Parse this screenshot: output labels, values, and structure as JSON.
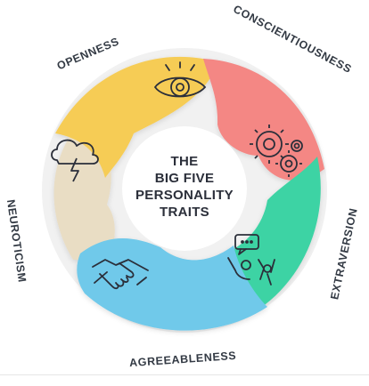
{
  "diagram": {
    "center_lines": [
      "THE",
      "BIG FIVE",
      "PERSONALITY",
      "TRAITS"
    ],
    "traits": [
      {
        "label": "OPENNESS",
        "color": "#F6CC55",
        "icon": "eye-icon"
      },
      {
        "label": "CONSCIENTIOUSNESS",
        "color": "#F48784",
        "icon": "gears-icon"
      },
      {
        "label": "EXTRAVERSION",
        "color": "#3DD3A4",
        "icon": "people-chat-icon"
      },
      {
        "label": "AGREEABLENESS",
        "color": "#70C9EA",
        "icon": "handshake-icon"
      },
      {
        "label": "NEUROTICISM",
        "color": "#E9DDC4",
        "icon": "storm-cloud-icon"
      }
    ],
    "outline_color": "#2b2f3a",
    "ring_color": "#f1f1f1"
  }
}
